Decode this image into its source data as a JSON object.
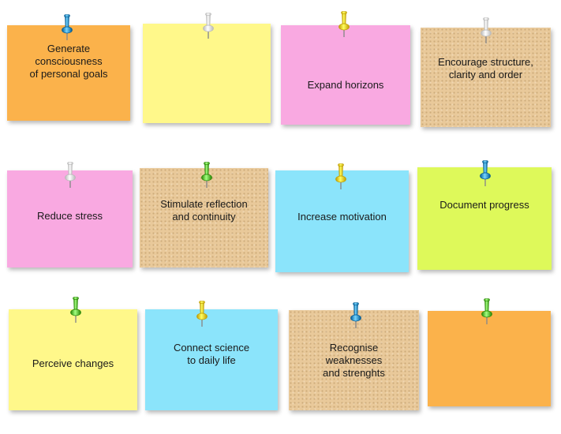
{
  "notes": [
    {
      "id": "generate-consciousness",
      "text": "Generate\nconsciousness\nof personal goals",
      "color": "#fbb24b",
      "pin": "#2f8fc8"
    },
    {
      "id": "blank-yellow",
      "text": "",
      "color": "#fff88a",
      "pin": "#f4f4f4"
    },
    {
      "id": "expand-horizons",
      "text": "Expand horizons",
      "color": "#f9a9e1",
      "pin": "#f6d21a"
    },
    {
      "id": "encourage-structure",
      "text": "Encourage structure,\nclarity and order",
      "color": "cork",
      "pin": "#f4f4f4"
    },
    {
      "id": "reduce-stress",
      "text": "Reduce stress",
      "color": "#f9a9e1",
      "pin": "#f4f4f4"
    },
    {
      "id": "stimulate-reflection",
      "text": "Stimulate reflection\nand continuity",
      "color": "cork",
      "pin": "#5dbb3a"
    },
    {
      "id": "increase-motivation",
      "text": "Increase motivation",
      "color": "#8be4fb",
      "pin": "#f6d21a"
    },
    {
      "id": "document-progress",
      "text": "Document progress",
      "color": "#def95a",
      "pin": "#2f8fc8"
    },
    {
      "id": "perceive-changes",
      "text": "Perceive changes",
      "color": "#fff88a",
      "pin": "#5dbb3a"
    },
    {
      "id": "connect-science",
      "text": "Connect science\nto daily life",
      "color": "#8be4fb",
      "pin": "#f6d21a"
    },
    {
      "id": "recognise-weaknesses",
      "text": "Recognise\nweaknesses\nand strenghts",
      "color": "cork",
      "pin": "#2f8fc8"
    },
    {
      "id": "blank-orange",
      "text": "",
      "color": "#fbb24b",
      "pin": "#5dbb3a"
    }
  ]
}
